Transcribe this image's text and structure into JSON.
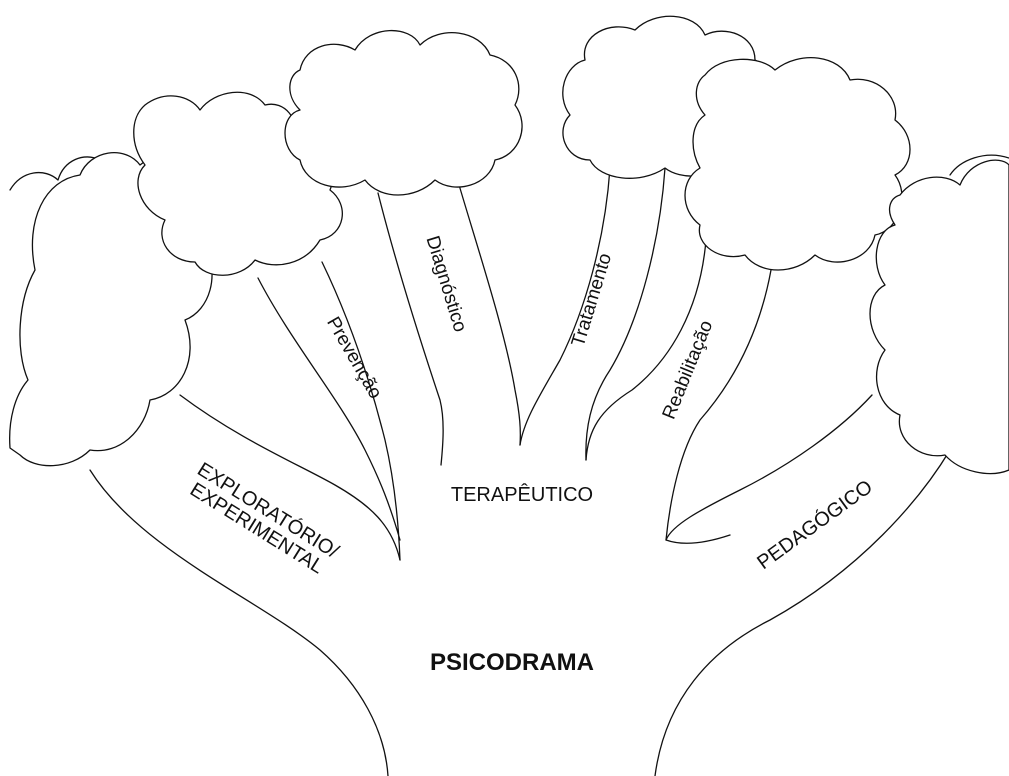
{
  "diagram": {
    "root": "PSICODRAMA",
    "branches": [
      {
        "label": "EXPLORATÓRIO/\nEXPERIMENTAL"
      },
      {
        "label": "TERAPÊUTICO",
        "sub_branches": [
          "Prevenção",
          "Diagnóstico",
          "Tratamento",
          "Reabilitação"
        ]
      },
      {
        "label": "PEDAGÓGICO"
      }
    ]
  }
}
